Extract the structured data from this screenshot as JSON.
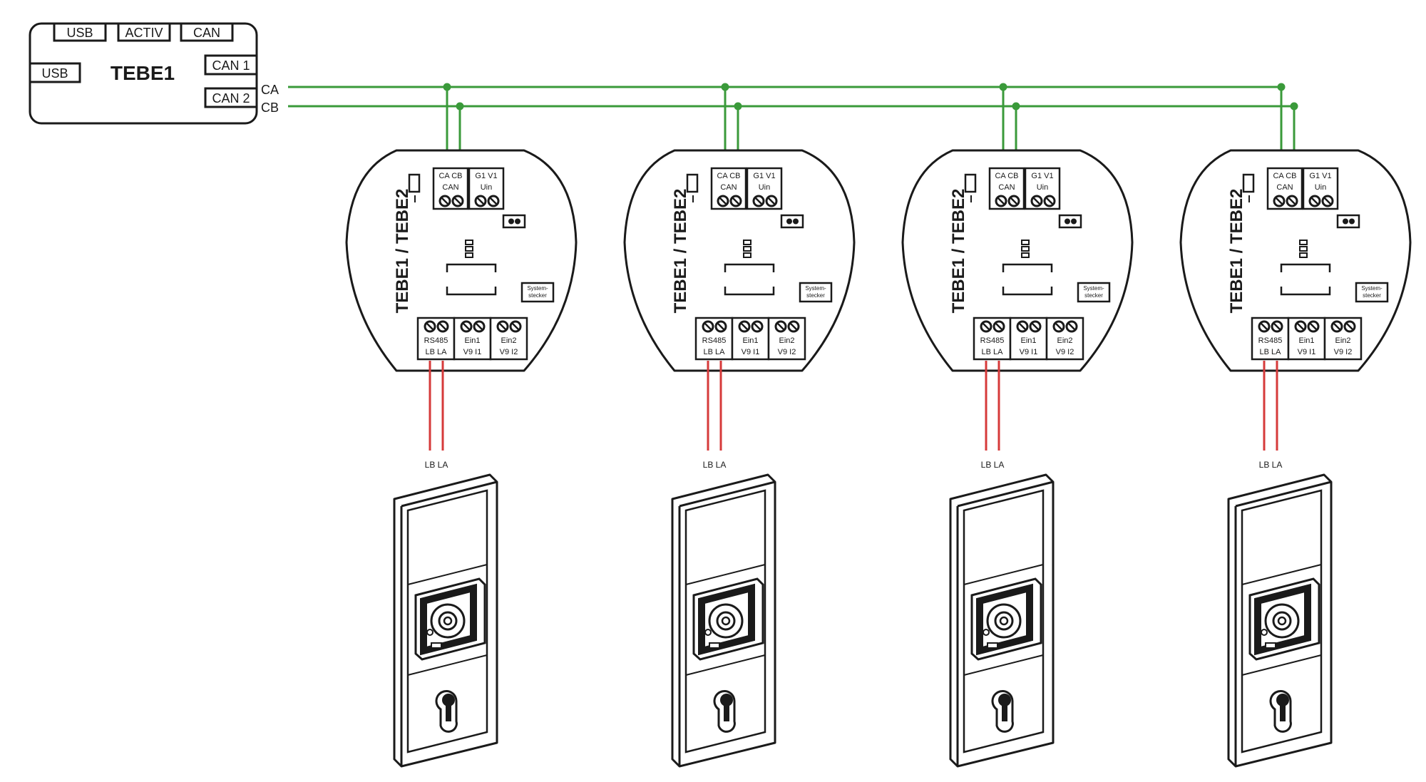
{
  "colors": {
    "can_bus": "#3a9a3a",
    "rs485": "#d63a3a",
    "line": "#1a1a1a"
  },
  "master": {
    "title": "TEBE1",
    "top_ports": [
      "USB",
      "ACTIV",
      "CAN"
    ],
    "left_port": "USB",
    "right_ports": [
      "CAN 1",
      "CAN 2"
    ]
  },
  "bus": {
    "ca": "CA",
    "cb": "CB"
  },
  "module": {
    "title": "TEBE1 / TEBE2",
    "can_block": {
      "pins": "CA CB",
      "label": "CAN"
    },
    "power_block": {
      "pins": "G1 V1",
      "label": "Uin"
    },
    "system_plug": [
      "System-",
      "stecker"
    ],
    "bottom_blocks": [
      {
        "top": "RS485",
        "bottom": "LB  LA"
      },
      {
        "top": "Ein1",
        "bottom": "V9  I1"
      },
      {
        "top": "Ein2",
        "bottom": "V9  I2"
      }
    ]
  },
  "reader_wire_label": "LB  LA",
  "icons": [
    "screw-terminal-icon",
    "jumper-icon",
    "led-icon",
    "key-cylinder-icon",
    "reader-lens-icon"
  ],
  "units": [
    1,
    2,
    3,
    4
  ]
}
